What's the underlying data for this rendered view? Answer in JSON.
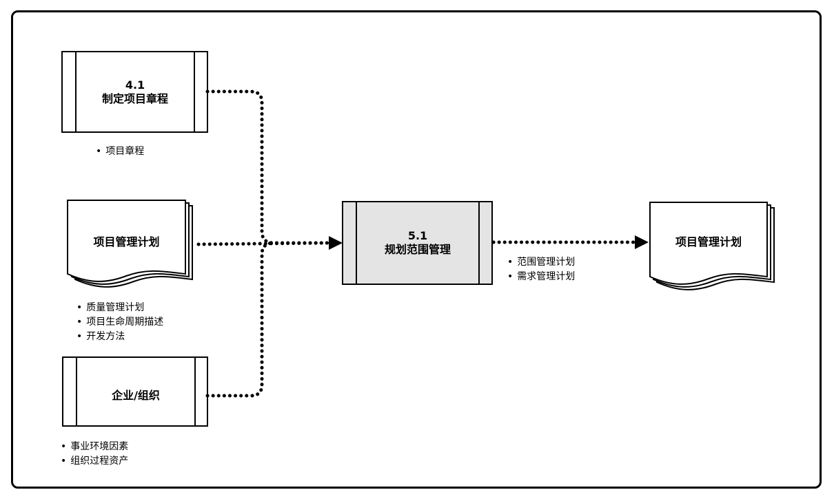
{
  "nodes": {
    "charter_process": {
      "number": "4.1",
      "name": "制定项目章程"
    },
    "pm_plan_input": {
      "name": "项目管理计划"
    },
    "enterprise": {
      "name": "企业/组织"
    },
    "plan_scope": {
      "number": "5.1",
      "name": "规划范围管理"
    },
    "pm_plan_output": {
      "name": "项目管理计划"
    }
  },
  "lists": {
    "charter_items": [
      "项目章程"
    ],
    "pm_plan_items": [
      "质量管理计划",
      "项目生命周期描述",
      "开发方法"
    ],
    "enterprise_items": [
      "事业环境因素",
      "组织过程资产"
    ],
    "output_items": [
      "范围管理计划",
      "需求管理计划"
    ]
  },
  "colors": {
    "process_fill": "#e4e4e4",
    "line": "#000000"
  }
}
